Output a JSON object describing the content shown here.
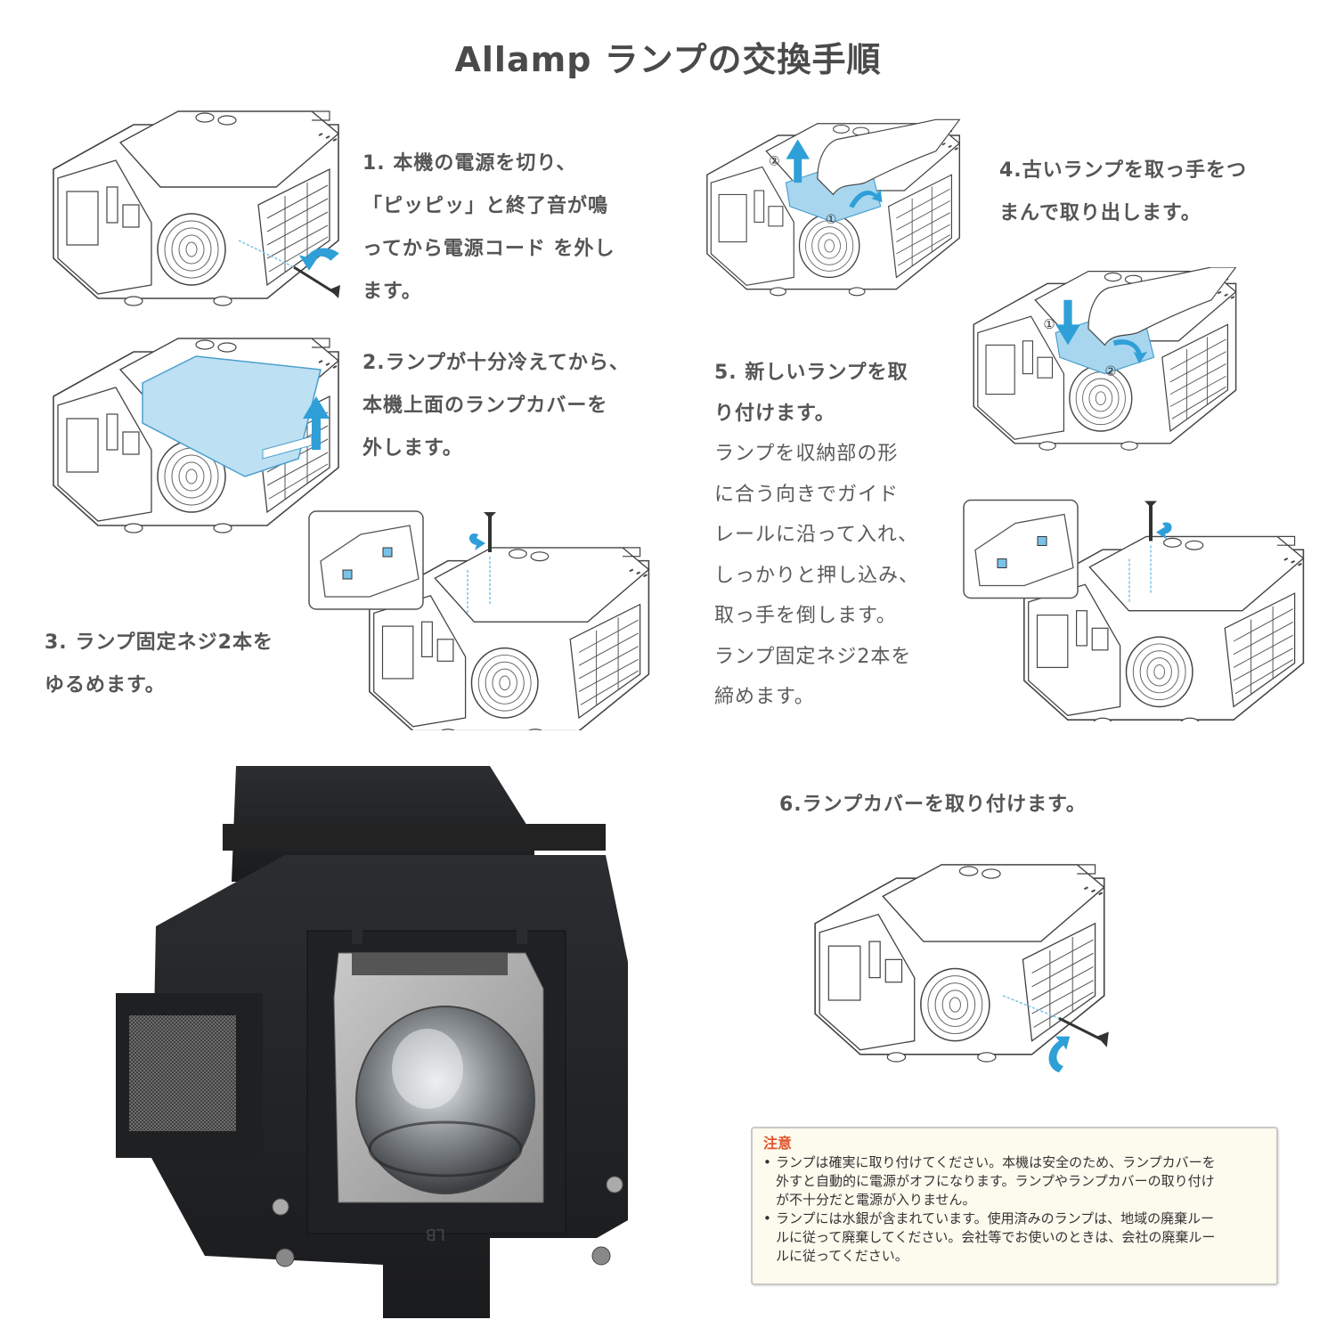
{
  "title": "Allamp ランプの交換手順",
  "steps": [
    {
      "number": "1.",
      "lines": [
        "1. 本機の電源を切り、",
        "「ピッピッ」と終了音が鳴",
        "ってから電源コード を外し",
        "ます。"
      ]
    },
    {
      "number": "2.",
      "lines": [
        "2.ランプが十分冷えてから、",
        "本機上面のランプカバーを",
        "外します。"
      ]
    },
    {
      "number": "3.",
      "lines": [
        "3. ランプ固定ネジ2本を",
        "ゆるめます。"
      ]
    },
    {
      "number": "4.",
      "lines": [
        "4.古いランプを取っ手をつ",
        "まんで取り出します。"
      ]
    },
    {
      "number": "5.",
      "heading_lines": [
        "5. 新しいランプを取",
        "り付けます。"
      ],
      "body_lines": [
        "ランプを収納部の形",
        "に合う向きでガイド",
        "レールに沿って入れ、",
        "しっかりと押し込み、",
        "取っ手を倒します。",
        "ランプ固定ネジ2本を",
        "締めます。"
      ]
    },
    {
      "number": "6.",
      "lines": [
        "6.ランプカバーを取り付けます。"
      ]
    }
  ],
  "illustrations": {
    "step1": {
      "label": "projector-screw-remove",
      "badges": []
    },
    "step2": {
      "label": "projector-cover-lift",
      "badges": []
    },
    "step3": {
      "label": "projector-lamp-screws-loosen",
      "badges": []
    },
    "step4": {
      "label": "projector-lamp-remove",
      "badges": [
        "②",
        "①"
      ]
    },
    "step5a": {
      "label": "projector-lamp-insert",
      "badges": [
        "①",
        "②"
      ]
    },
    "step5b": {
      "label": "projector-lamp-screws-tighten",
      "badges": []
    },
    "step6": {
      "label": "projector-cover-attach",
      "badges": []
    }
  },
  "product": {
    "label_text": "LB"
  },
  "notice": {
    "heading": "注意",
    "items": [
      [
        "ランプは確実に取り付けてください。本機は安全のため、ランプカバーを",
        "外すと自動的に電源がオフになります。ランプやランプカバーの取り付け",
        "が不十分だと電源が入りません。"
      ],
      [
        "ランプには水銀が含まれています。使用済みのランプは、地域の廃棄ルー",
        "ルに従って廃棄してください。会社等でお使いのときは、会社の廃棄ルー",
        "ルに従ってください。"
      ]
    ]
  },
  "colors": {
    "accent_blue": "#2f9fd8",
    "text_gray": "#555555",
    "notice_heading": "#e2542a",
    "notice_bg": "#fdfaee"
  }
}
